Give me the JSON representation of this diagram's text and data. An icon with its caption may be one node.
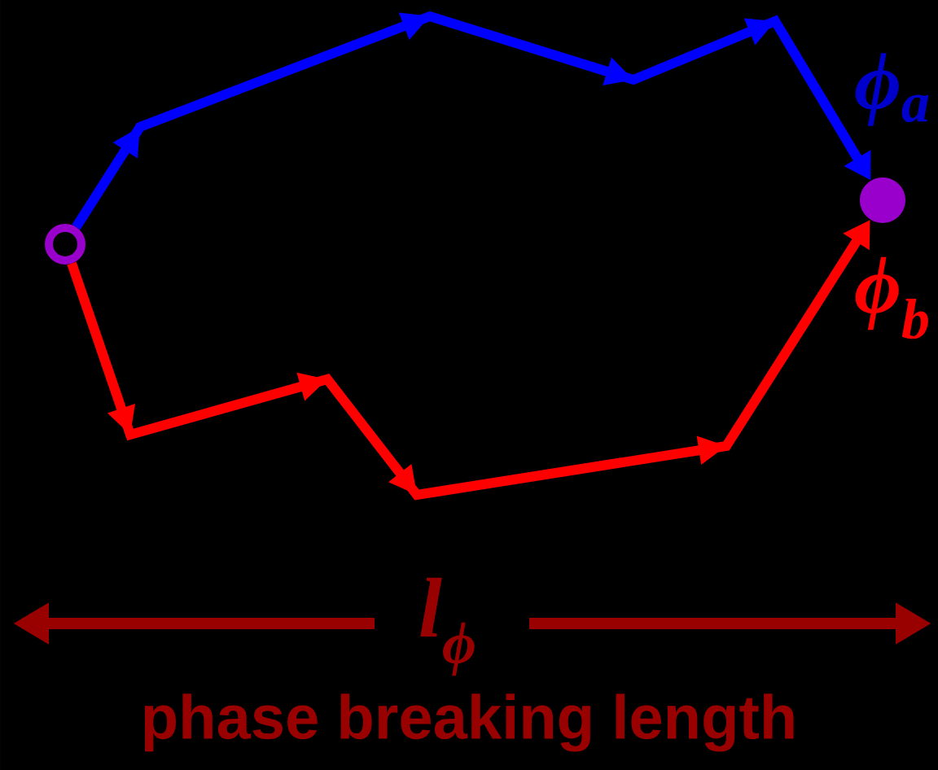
{
  "diagram": {
    "nodes": [
      {
        "text": [],
        "shape": "circle"
      },
      {
        "text": [],
        "shape": "circle"
      }
    ],
    "edges": [
      {
        "from": 0,
        "to": 1,
        "arrow": "to",
        "label": "ϕ$_{a}$",
        "color": "#0000ff"
      },
      {
        "from": 0,
        "to": 1,
        "arrow": "to",
        "label": "ϕ$_{b}$",
        "color": "#ff0000"
      }
    ],
    "labels": [
      "l$_{ϕ}$",
      "phase breaking length"
    ]
  }
}
